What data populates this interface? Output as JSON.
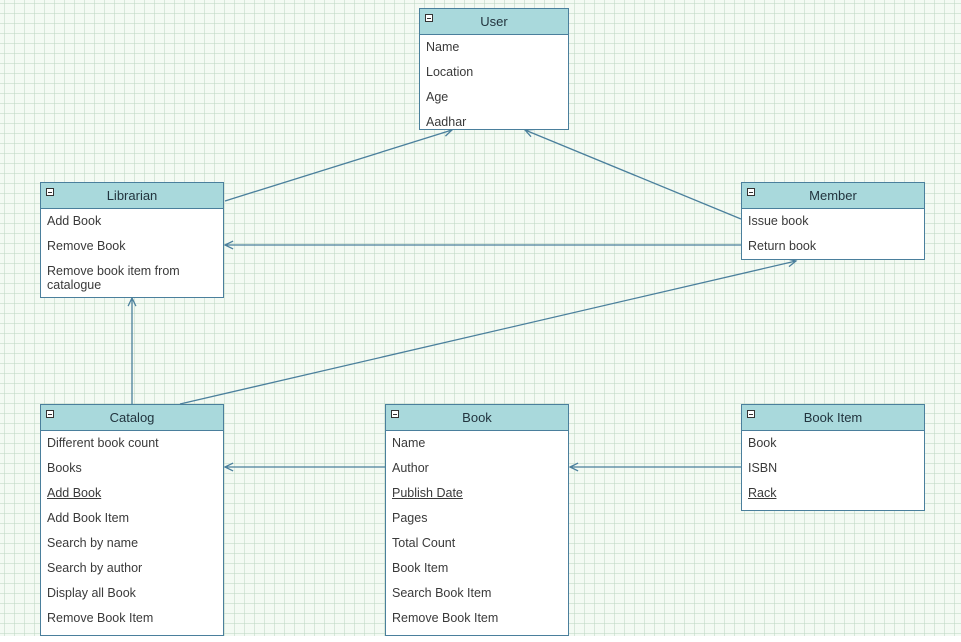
{
  "diagram": {
    "colors": {
      "header_fill": "#a9d9dc",
      "border": "#4a7f9c",
      "edge": "#4a7f9c",
      "grid_background": "#f3faf3"
    },
    "classes": [
      {
        "id": "user",
        "title": "User",
        "rows": [
          {
            "text": "Name"
          },
          {
            "text": "Location"
          },
          {
            "text": "Age"
          },
          {
            "text": "Aadhar"
          }
        ]
      },
      {
        "id": "librarian",
        "title": "Librarian",
        "rows": [
          {
            "text": "Add Book"
          },
          {
            "text": "Remove Book"
          },
          {
            "text": "Remove book item from catalogue",
            "wrap": true
          }
        ]
      },
      {
        "id": "member",
        "title": "Member",
        "rows": [
          {
            "text": "Issue book"
          },
          {
            "text": "Return book"
          }
        ]
      },
      {
        "id": "catalog",
        "title": "Catalog",
        "rows": [
          {
            "text": "Different book count"
          },
          {
            "text": "Books"
          },
          {
            "text": "Add Book",
            "underline": true
          },
          {
            "text": "Add Book Item"
          },
          {
            "text": "Search by name"
          },
          {
            "text": "Search by author"
          },
          {
            "text": "Display all Book"
          },
          {
            "text": "Remove Book Item"
          }
        ]
      },
      {
        "id": "book",
        "title": "Book",
        "rows": [
          {
            "text": "Name"
          },
          {
            "text": "Author"
          },
          {
            "text": "Publish Date",
            "underline": true
          },
          {
            "text": "Pages"
          },
          {
            "text": "Total Count"
          },
          {
            "text": "Book Item"
          },
          {
            "text": "Search Book Item"
          },
          {
            "text": "Remove Book Item"
          }
        ]
      },
      {
        "id": "book-item",
        "title": "Book Item",
        "rows": [
          {
            "text": "Book"
          },
          {
            "text": "ISBN"
          },
          {
            "text": "Rack",
            "underline": true
          }
        ]
      }
    ],
    "edges": [
      {
        "from": "librarian",
        "to": "user",
        "arrow": "open"
      },
      {
        "from": "member",
        "to": "user",
        "arrow": "open"
      },
      {
        "from": "member",
        "to": "librarian",
        "arrow": "open"
      },
      {
        "from": "catalog",
        "to": "member",
        "arrow": "open"
      },
      {
        "from": "catalog",
        "to": "librarian",
        "arrow": "open"
      },
      {
        "from": "book",
        "to": "catalog",
        "arrow": "open"
      },
      {
        "from": "book-item",
        "to": "book",
        "arrow": "open"
      }
    ]
  }
}
